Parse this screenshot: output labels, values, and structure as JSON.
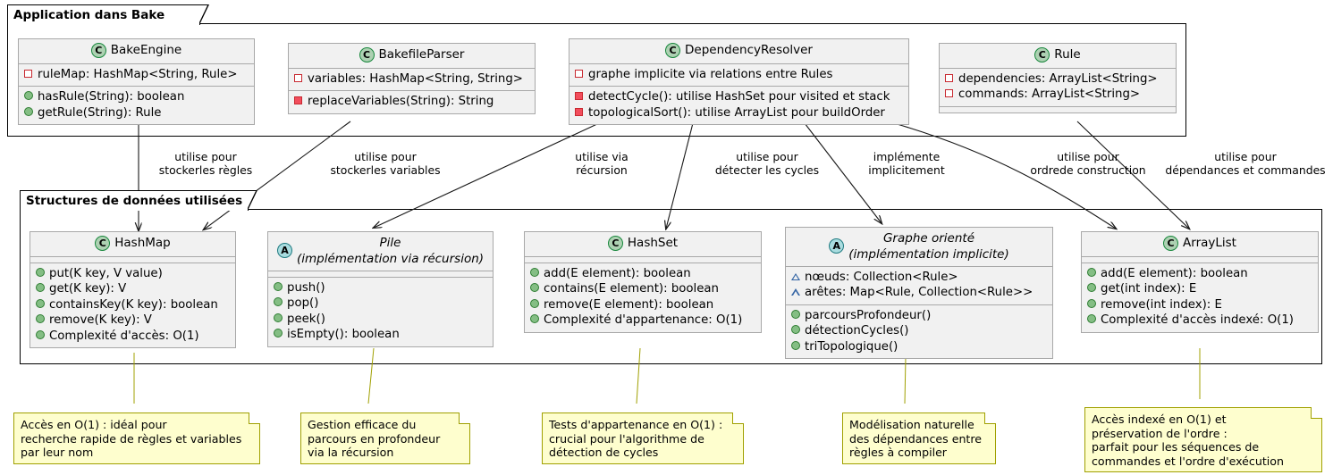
{
  "packages": [
    {
      "name": "Application dans Bake"
    },
    {
      "name": "Structures de données utilisées"
    }
  ],
  "classes": {
    "bakeengine": {
      "name": "BakeEngine",
      "badge": "C",
      "fields": [
        "ruleMap: HashMap<String, Rule>"
      ],
      "methods": [
        "hasRule(String): boolean",
        "getRule(String): Rule"
      ]
    },
    "bakefileparser": {
      "name": "BakefileParser",
      "badge": "C",
      "fields": [
        "variables: HashMap<String, String>"
      ],
      "methods": [
        "replaceVariables(String): String"
      ]
    },
    "dependencyresolver": {
      "name": "DependencyResolver",
      "badge": "C",
      "fields": [
        "graphe implicite via relations entre Rules"
      ],
      "methods": [
        "detectCycle(): utilise HashSet pour visited et stack",
        "topologicalSort(): utilise ArrayList pour buildOrder"
      ]
    },
    "rule": {
      "name": "Rule",
      "badge": "C",
      "fields": [
        "dependencies: ArrayList<String>",
        "commands: ArrayList<String>"
      ],
      "methods": []
    },
    "hashmap": {
      "name": "HashMap",
      "badge": "C",
      "fields": [],
      "methods": [
        "put(K key, V value)",
        "get(K key): V",
        "containsKey(K key): boolean",
        "remove(K key): V",
        "Complexité d'accès: O(1)"
      ]
    },
    "pile": {
      "name": "Pile",
      "subtitle": "(implémentation via récursion)",
      "badge": "A",
      "fields": [],
      "methods": [
        "push()",
        "pop()",
        "peek()",
        "isEmpty(): boolean"
      ]
    },
    "hashset": {
      "name": "HashSet",
      "badge": "C",
      "fields": [],
      "methods": [
        "add(E element): boolean",
        "contains(E element): boolean",
        "remove(E element): boolean",
        "Complexité d'appartenance: O(1)"
      ]
    },
    "graphe": {
      "name": "Graphe orienté",
      "subtitle": "(implémentation implicite)",
      "badge": "A",
      "fields": [
        "nœuds: Collection<Rule>",
        "arêtes: Map<Rule, Collection<Rule>>"
      ],
      "methods": [
        "parcoursProfondeur()",
        "détectionCycles()",
        "triTopologique()"
      ]
    },
    "arraylist": {
      "name": "ArrayList",
      "badge": "C",
      "fields": [],
      "methods": [
        "add(E element): boolean",
        "get(int index): E",
        "remove(int index): E",
        "Complexité d'accès indexé: O(1)"
      ]
    }
  },
  "edge_labels": [
    {
      "id": "l1",
      "text": "utilise pour\nstockerles règles"
    },
    {
      "id": "l2",
      "text": "utilise pour\nstockerles variables"
    },
    {
      "id": "l3",
      "text": "utilise via\nrécursion"
    },
    {
      "id": "l4",
      "text": "utilise pour\ndétecter les cycles"
    },
    {
      "id": "l5",
      "text": "implémente\nimplicitement"
    },
    {
      "id": "l6",
      "text": "utilise pour\nordrede construction"
    },
    {
      "id": "l7",
      "text": "utilise pour\ndépendances et commandes"
    }
  ],
  "notes": [
    {
      "id": "n1",
      "text": "Accès en O(1) : idéal pour\nrecherche rapide de règles et variables\npar leur nom"
    },
    {
      "id": "n2",
      "text": "Gestion efficace du\nparcours en profondeur\nvia la récursion"
    },
    {
      "id": "n3",
      "text": "Tests d'appartenance en O(1) :\ncrucial pour l'algorithme de\ndétection de cycles"
    },
    {
      "id": "n4",
      "text": "Modélisation naturelle\ndes dépendances entre\nrègles à compiler"
    },
    {
      "id": "n5",
      "text": "Accès indexé en O(1) et\npréservation de l'ordre :\nparfait pour les séquences de\ncommandes et l'ordre d'exécution"
    }
  ],
  "colors": {
    "class_fill": "#F1F1F1",
    "class_border": "#A8A8A8",
    "note_fill": "#FEFECE",
    "note_border": "#A0A000",
    "badge_class": "#ADD1B2",
    "badge_abstract": "#A9DCDF",
    "public_marker": "#84BE84",
    "private_marker": "#F24D5C",
    "protected_marker": "#3465A4"
  }
}
